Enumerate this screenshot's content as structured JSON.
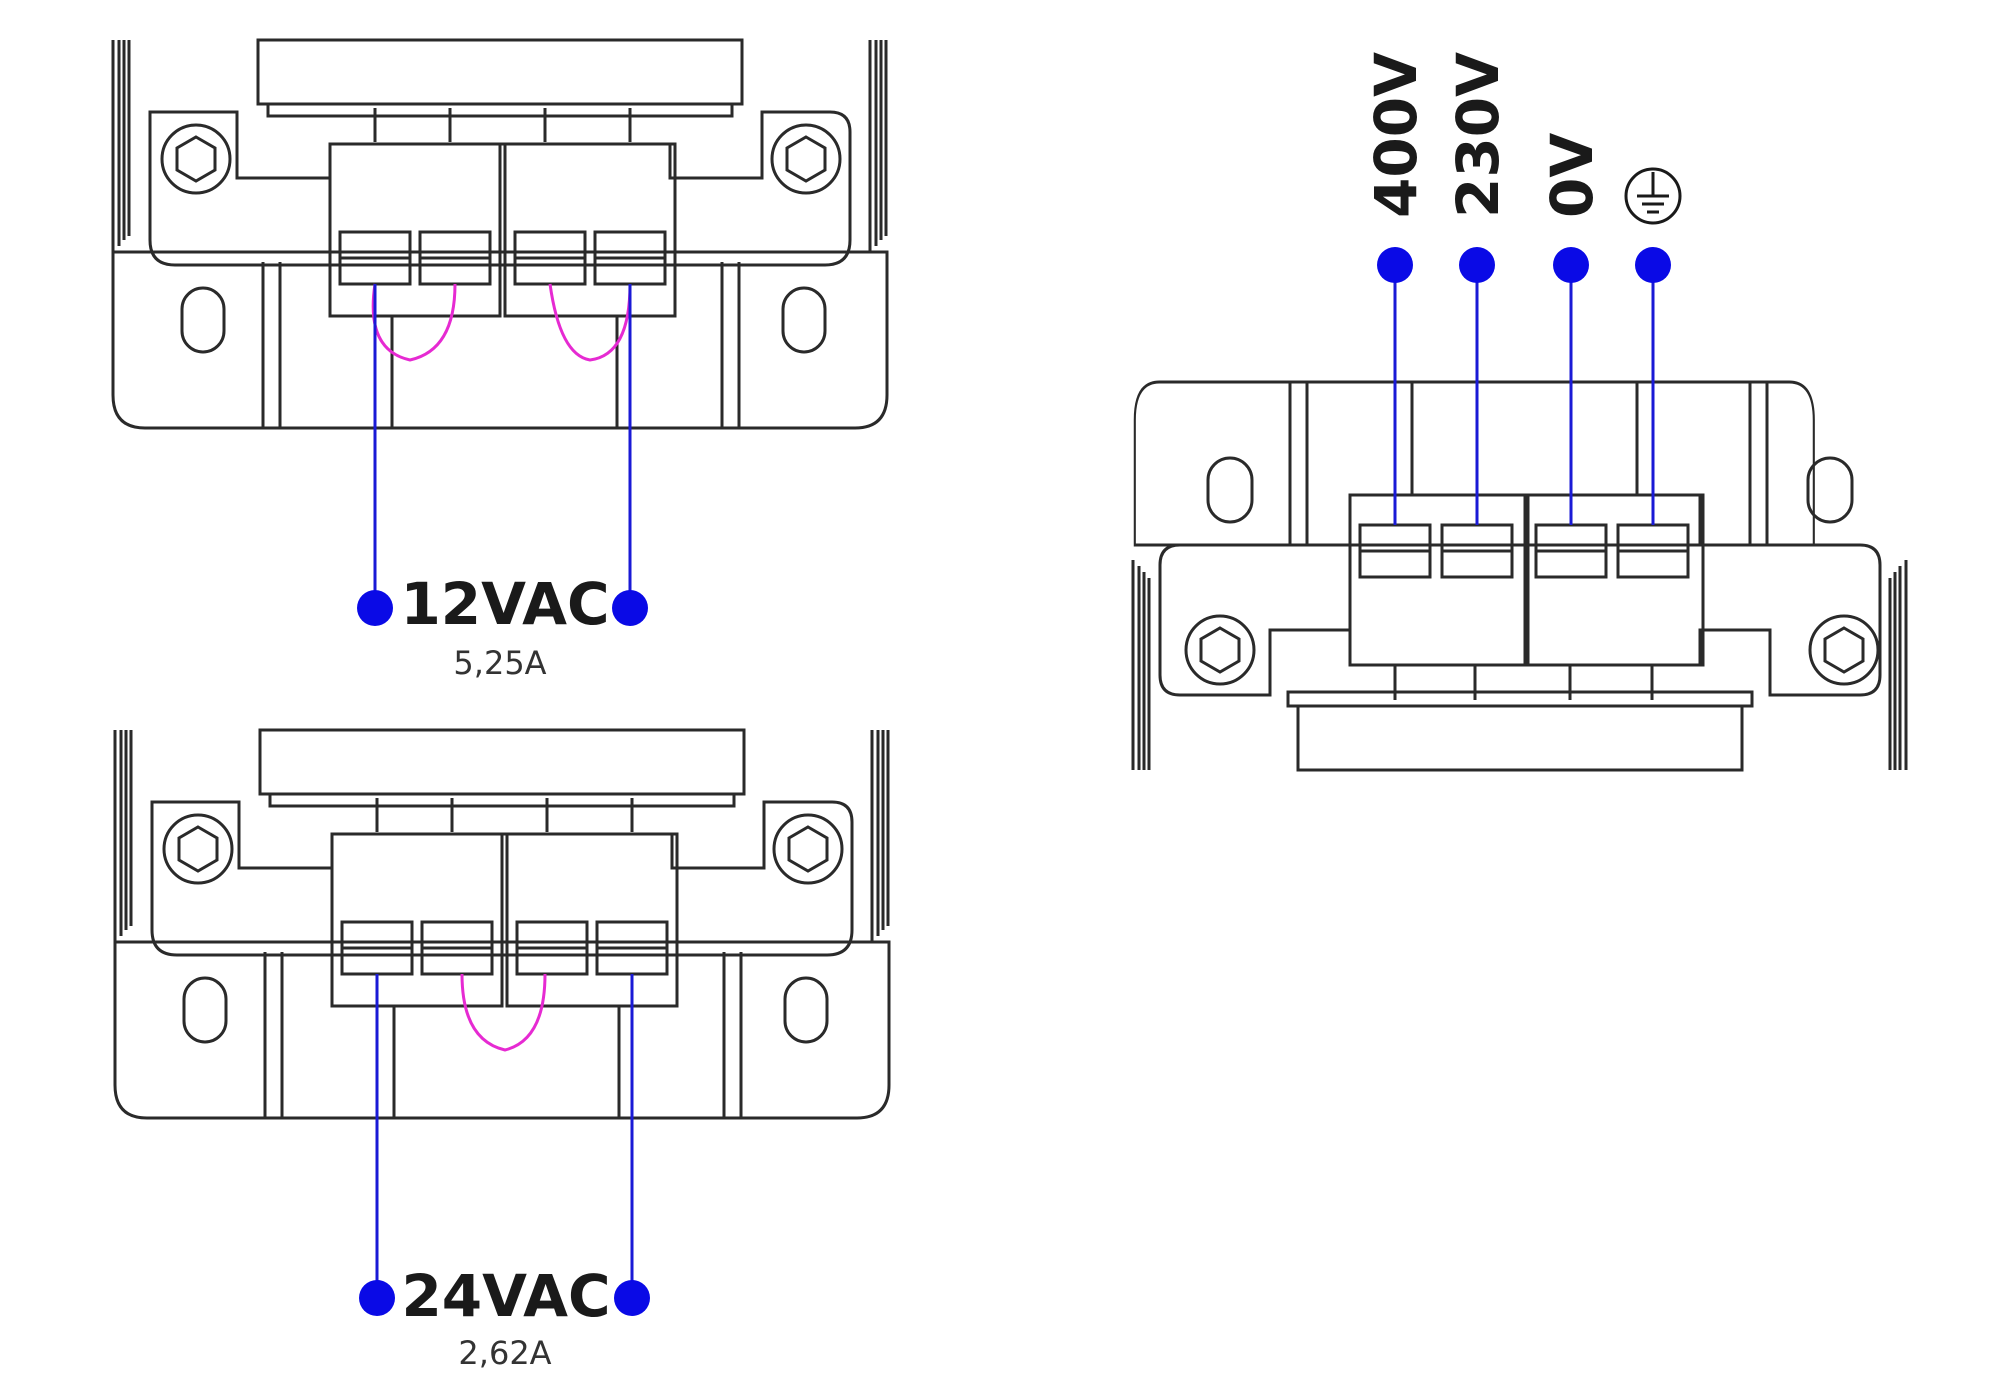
{
  "colors": {
    "outline": "#2a2a2a",
    "wire": "#1a1ad6",
    "terminal_dot": "#0a0ae6",
    "jumper": "#e62ad2",
    "text": "#1a1a1a"
  },
  "secondary_12v": {
    "voltage_label": "12VAC",
    "current_label": "5,25A",
    "jumper_count": 2
  },
  "secondary_24v": {
    "voltage_label": "24VAC",
    "current_label": "2,62A",
    "jumper_count": 1
  },
  "primary": {
    "terminals": [
      {
        "label": "400V"
      },
      {
        "label": "230V"
      },
      {
        "label": "0V"
      },
      {
        "label": "",
        "icon": "ground-icon"
      }
    ]
  }
}
